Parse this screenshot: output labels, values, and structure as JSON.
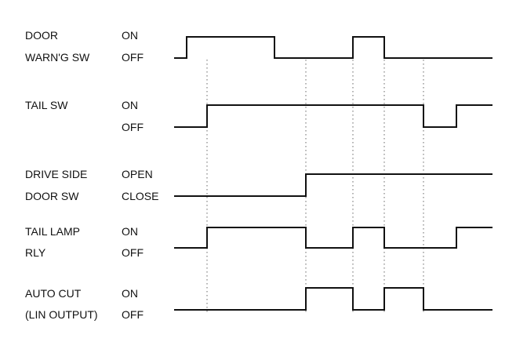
{
  "signals": [
    {
      "name_lines": [
        "DOOR",
        "WARN'G SW"
      ],
      "high_label": "ON",
      "low_label": "OFF",
      "initial": 0,
      "transitions": [
        1,
        4,
        6,
        7
      ]
    },
    {
      "name_lines": [
        "TAIL SW"
      ],
      "high_label": "ON",
      "low_label": "OFF",
      "initial": 0,
      "transitions": [
        2,
        8,
        9
      ]
    },
    {
      "name_lines": [
        "DRIVE SIDE",
        "DOOR SW"
      ],
      "high_label": "OPEN",
      "low_label": "CLOSE",
      "initial": 0,
      "transitions": [
        5
      ]
    },
    {
      "name_lines": [
        "TAIL LAMP",
        "RLY"
      ],
      "high_label": "ON",
      "low_label": "OFF",
      "initial": 0,
      "transitions": [
        2,
        5,
        6,
        7,
        9
      ]
    },
    {
      "name_lines": [
        "AUTO CUT",
        "(LIN OUTPUT)"
      ],
      "high_label": "ON",
      "low_label": "OFF",
      "initial": 0,
      "transitions": [
        5,
        6,
        7,
        8
      ]
    }
  ],
  "event_guides": [
    2,
    5,
    6,
    7,
    8
  ]
}
